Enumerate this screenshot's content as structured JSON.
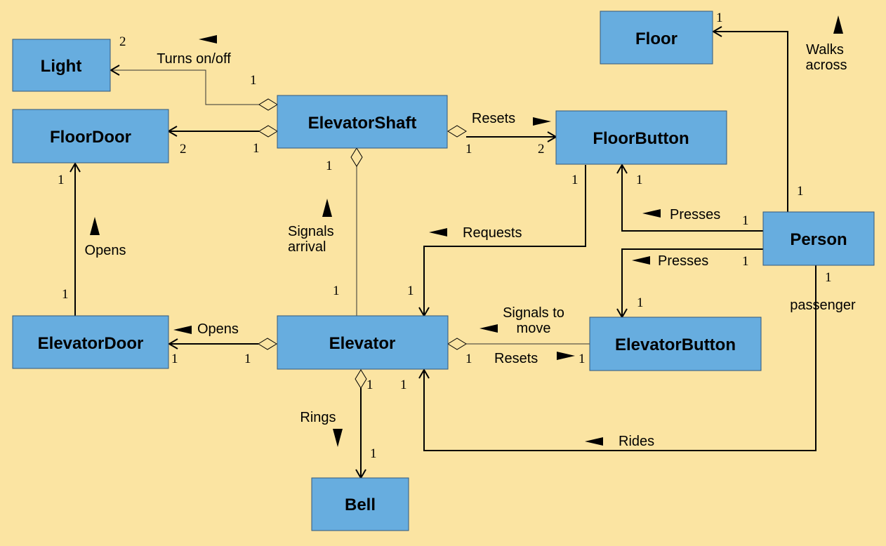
{
  "classes": {
    "light": "Light",
    "floor_door": "FloorDoor",
    "elevator_shaft": "ElevatorShaft",
    "floor_button": "FloorButton",
    "floor": "Floor",
    "person": "Person",
    "elevator_door": "ElevatorDoor",
    "elevator": "Elevator",
    "elevator_button": "ElevatorButton",
    "bell": "Bell"
  },
  "associations": {
    "turns_on_off": "Turns on/off",
    "resets_floor_button": "Resets",
    "walks_across_1": "Walks",
    "walks_across_2": "across",
    "opens_floor_door": "Opens",
    "signals_arrival_1": "Signals",
    "signals_arrival_2": "arrival",
    "presses_floor_button": "Presses",
    "requests": "Requests",
    "presses_elevator_button": "Presses",
    "signals_to_move_1": "Signals to",
    "signals_to_move_2": "move",
    "opens_elevator_door": "Opens",
    "resets_elevator_button": "Resets",
    "role_passenger": "passenger",
    "rings": "Rings",
    "rides": "Rides"
  },
  "multiplicities": {
    "light_side": "2",
    "shaft_to_light": "1",
    "floordoor_from_shaft": "2",
    "shaft_to_floordoor": "1",
    "shaft_to_floorbutton": "1",
    "floorbutton_from_shaft": "2",
    "floor_from_person": "1",
    "floordoor_from_elevatordoor": "1",
    "shaft_to_elevator": "1",
    "floorbutton_to_elevator": "1",
    "floorbutton_from_person": "1",
    "person_to_floor": "1",
    "person_to_floorbutton": "1",
    "person_to_elevatorbutton": "1",
    "person_to_elevator": "1",
    "elevatordoor_to_floordoor": "1",
    "elevator_from_shaft": "1",
    "elevator_from_floorbutton": "1",
    "elevatorbutton_from_person": "1",
    "elevatordoor_from_elevator": "1",
    "elevator_to_elevatordoor": "1",
    "elevator_to_elevatorbutton": "1",
    "elevatorbutton_from_elevator": "1",
    "elevator_to_bell": "1",
    "elevator_from_person": "1",
    "bell_from_elevator": "1"
  },
  "colors": {
    "background": "#fbe4a2",
    "class_fill": "#67addf",
    "class_border": "#33587a"
  }
}
